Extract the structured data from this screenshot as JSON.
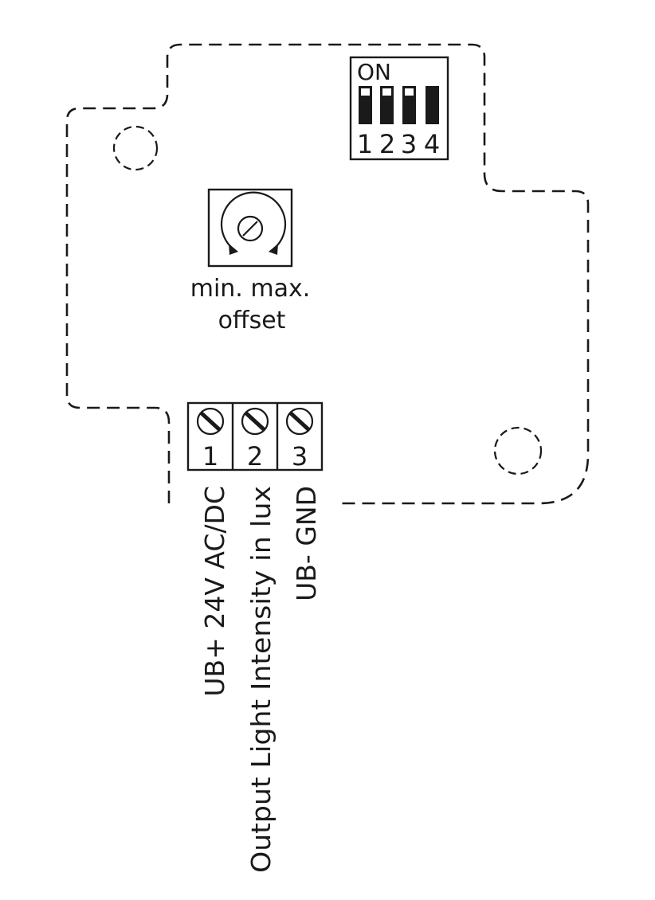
{
  "dip_switch": {
    "on_label": "ON",
    "switches": [
      {
        "number": "1",
        "state": "off"
      },
      {
        "number": "2",
        "state": "off"
      },
      {
        "number": "3",
        "state": "off"
      },
      {
        "number": "4",
        "state": "on"
      }
    ]
  },
  "potentiometer": {
    "label_line1": "min. max.",
    "label_line2": "offset"
  },
  "terminal_block": {
    "terminals": [
      {
        "number": "1",
        "label": "UB+ 24V AC/DC"
      },
      {
        "number": "2",
        "label": "Output Light Intensity in lux"
      },
      {
        "number": "3",
        "label": "UB- GND"
      }
    ]
  },
  "colors": {
    "ink": "#1a1a1a",
    "background": "#ffffff"
  }
}
